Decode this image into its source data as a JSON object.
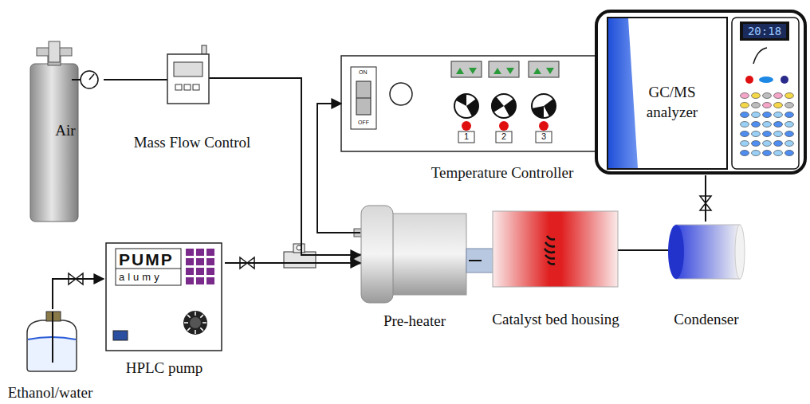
{
  "diagram": {
    "nodes": [
      {
        "text": [
          "Air"
        ]
      },
      {
        "text": [
          "Mass Flow Control"
        ]
      },
      {
        "text": [
          "Temperature Controller"
        ]
      },
      {
        "text": [
          "GC/MS analyzer"
        ]
      },
      {
        "text": [
          "HPLC pump"
        ]
      },
      {
        "text": [
          "Pre-heater"
        ]
      },
      {
        "text": [
          "Catalyst bed housing"
        ]
      },
      {
        "text": [
          "Condenser"
        ]
      },
      {
        "text": [
          "Ethanol/water"
        ]
      }
    ],
    "edges": [
      {
        "from": 0,
        "to": 1,
        "arrow": "none"
      },
      {
        "from": 1,
        "to": 5,
        "arrow": "to"
      },
      {
        "from": 4,
        "to": 5,
        "arrow": "to"
      },
      {
        "from": 5,
        "to": 2,
        "arrow": "to"
      },
      {
        "from": 8,
        "to": 4,
        "arrow": "to"
      },
      {
        "from": 5,
        "to": 6,
        "arrow": "none"
      },
      {
        "from": 6,
        "to": 7,
        "arrow": "none"
      },
      {
        "from": 7,
        "to": 3,
        "arrow": "none"
      }
    ],
    "labels": [
      "PUMP",
      "alumy",
      "ON",
      "OFF",
      "1",
      "2",
      "3",
      "20:18"
    ]
  }
}
